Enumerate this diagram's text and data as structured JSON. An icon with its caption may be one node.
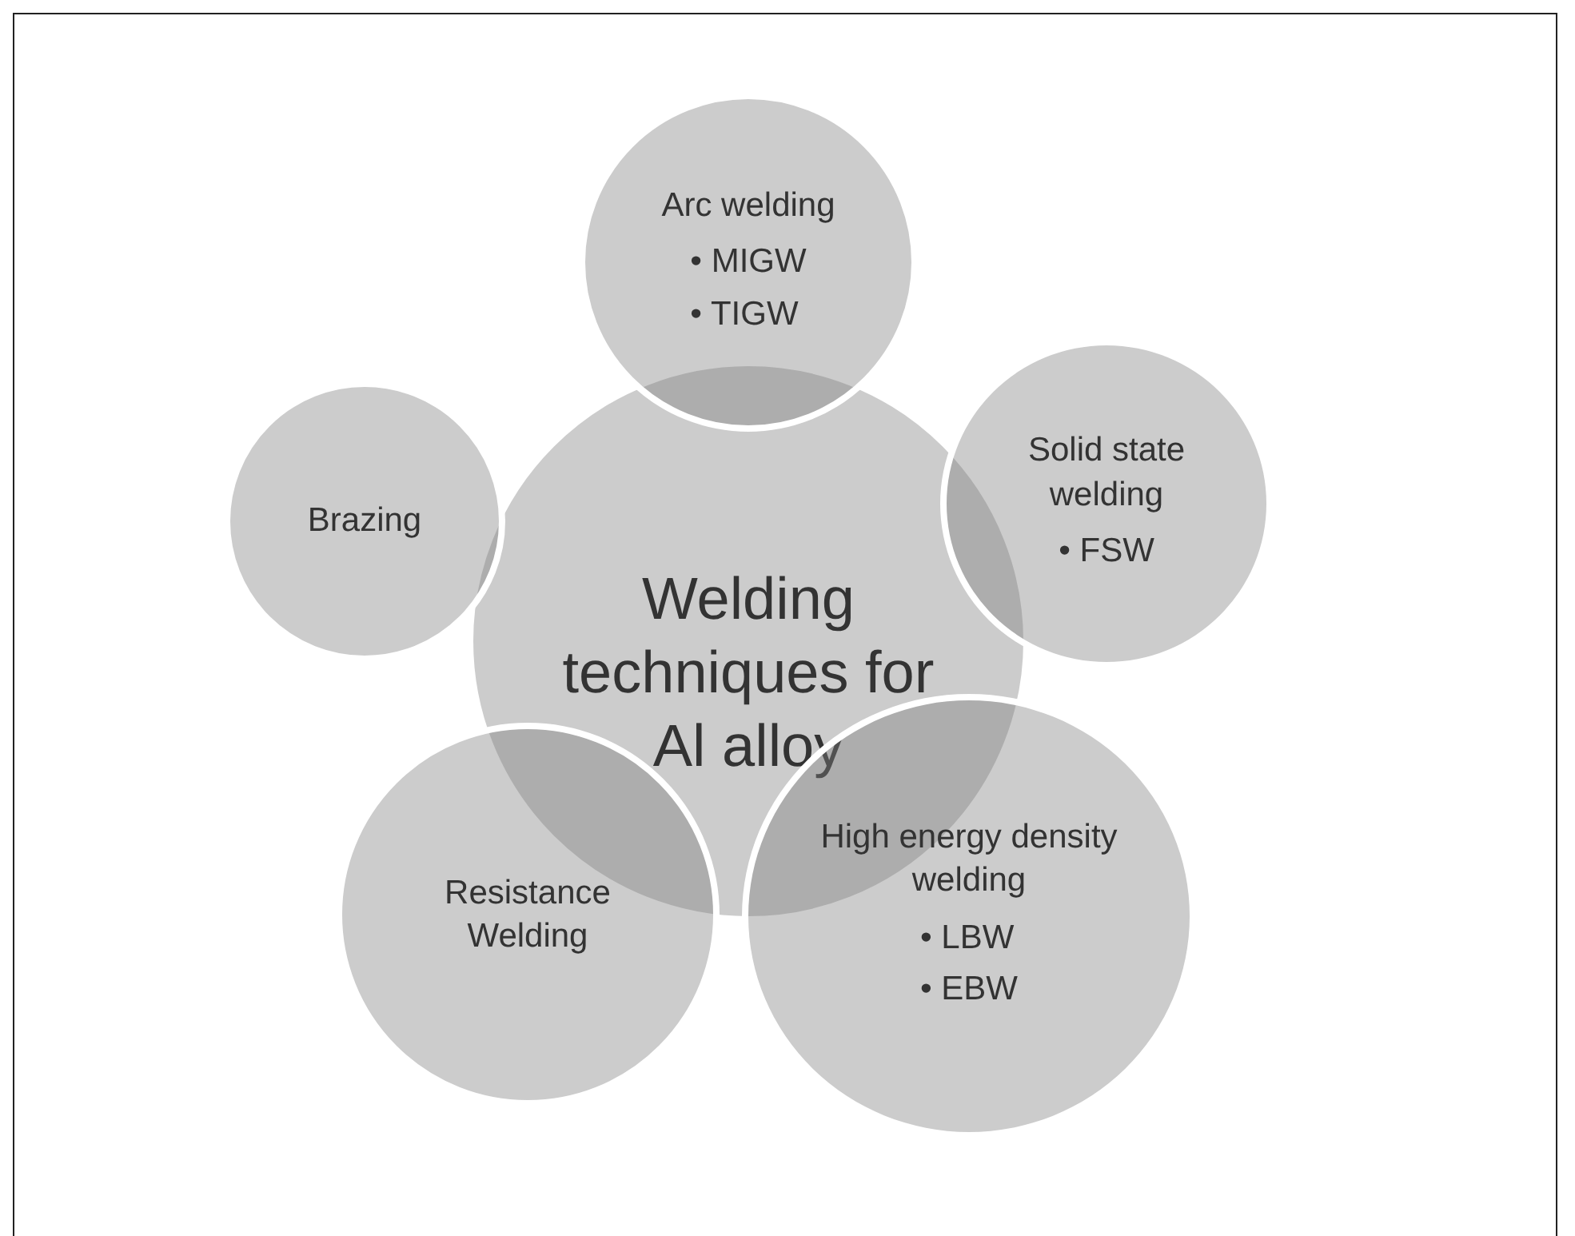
{
  "diagram": {
    "nodes": [
      {
        "text": [
          "Welding techniques for Al alloy"
        ]
      },
      {
        "text": [
          "Arc welding",
          "• MIGW",
          "• TIGW"
        ]
      },
      {
        "text": [
          "Solid state welding",
          "• FSW"
        ]
      },
      {
        "text": [
          "High energy density welding",
          "• LBW",
          "• EBW"
        ]
      },
      {
        "text": [
          "Resistance Welding"
        ]
      },
      {
        "text": [
          "Brazing"
        ]
      }
    ],
    "edges": []
  }
}
